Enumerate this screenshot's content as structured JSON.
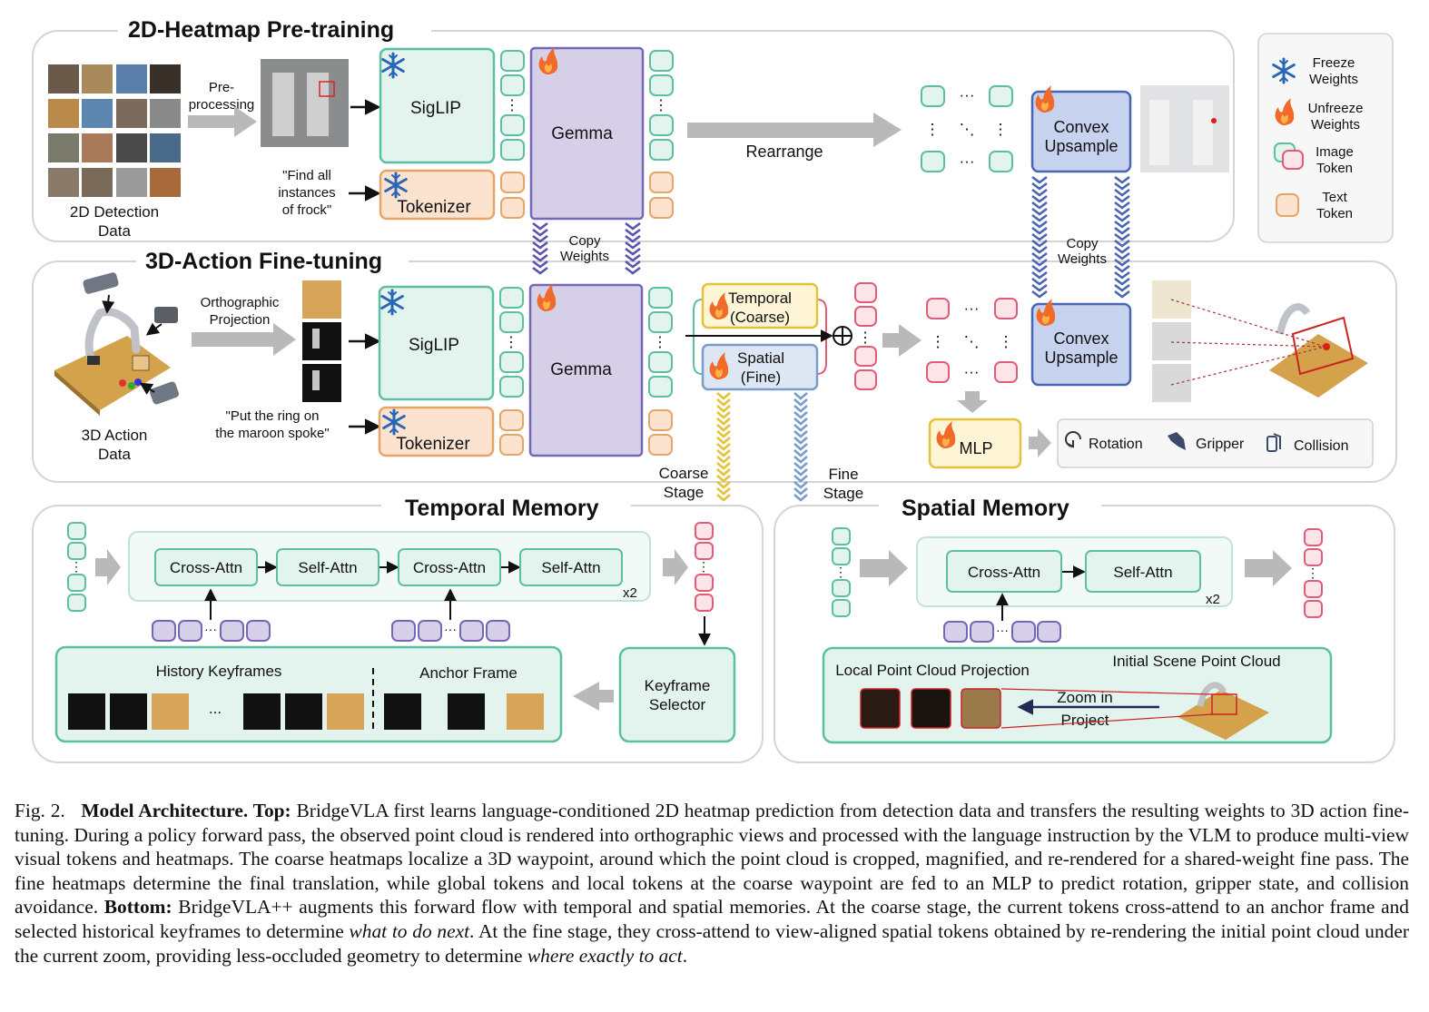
{
  "sections": {
    "pretrain_title": "2D-Heatmap Pre-training",
    "finetune_title": "3D-Action Fine-tuning",
    "temporal_title": "Temporal Memory",
    "spatial_title": "Spatial Memory"
  },
  "pretrain": {
    "data_label": [
      "2D Detection",
      "Data"
    ],
    "preprocess_label": [
      "Pre-",
      "processing"
    ],
    "instruction": [
      "\"Find all",
      "instances",
      "of frock\""
    ],
    "siglip": "SigLIP",
    "tokenizer": "Tokenizer",
    "gemma": "Gemma",
    "rearrange": "Rearrange",
    "upsample": [
      "Convex",
      "Upsample"
    ]
  },
  "copy_weights": [
    "Copy",
    "Weights"
  ],
  "finetune": {
    "data_label": [
      "3D Action",
      "Data"
    ],
    "projection_label": [
      "Orthographic",
      "Projection"
    ],
    "instruction": [
      "\"Put the ring on",
      "the maroon spoke\""
    ],
    "siglip": "SigLIP",
    "tokenizer": "Tokenizer",
    "gemma": "Gemma",
    "temporal_box": [
      "Temporal",
      "(Coarse)"
    ],
    "spatial_box": [
      "Spatial",
      "(Fine)"
    ],
    "upsample": [
      "Convex",
      "Upsample"
    ],
    "mlp": "MLP",
    "outputs": [
      "Rotation",
      "Gripper",
      "Collision"
    ],
    "coarse_stage": [
      "Coarse",
      "Stage"
    ],
    "fine_stage": [
      "Fine",
      "Stage"
    ]
  },
  "legend": {
    "freeze": [
      "Freeze",
      "Weights"
    ],
    "unfreeze": [
      "Unfreeze",
      "Weights"
    ],
    "image_token": [
      "Image",
      "Token"
    ],
    "text_token": [
      "Text",
      "Token"
    ]
  },
  "temporal": {
    "blocks": [
      "Cross-Attn",
      "Self-Attn",
      "Cross-Attn",
      "Self-Attn"
    ],
    "repeat": "x2",
    "history": "History Keyframes",
    "anchor": "Anchor Frame",
    "ellipsis": "...",
    "selector": [
      "Keyframe",
      "Selector"
    ]
  },
  "spatial": {
    "blocks": [
      "Cross-Attn",
      "Self-Attn"
    ],
    "repeat": "x2",
    "local_proj": "Local Point Cloud Projection",
    "initial_scene": "Initial Scene Point Cloud",
    "zoom": [
      "Zoom in",
      "Project"
    ]
  },
  "colors": {
    "teal_fill": "#e3f4ef",
    "teal_stroke": "#5cbfa4",
    "orange_fill": "#fbe3cf",
    "orange_stroke": "#e6a567",
    "purple_fill": "#d6cfe8",
    "purple_stroke": "#7567b8",
    "blue_fill": "#c6d2ee",
    "blue_stroke": "#4a65b3",
    "pink_stroke": "#e05d79",
    "temporal_title": "#e4c23a",
    "spatial_title": "#7a9ccc"
  },
  "caption": {
    "prefix": "Fig. 2.",
    "bold1": "Model Architecture. Top:",
    "text1": " BridgeVLA first learns language-conditioned 2D heatmap prediction from detection data and transfers the resulting weights to 3D action fine-tuning. During a policy forward pass, the observed point cloud is rendered into orthographic views and processed with the language instruction by the VLM to produce multi-view visual tokens and heatmaps. The coarse heatmaps localize a 3D waypoint, around which the point cloud is cropped, magnified, and re-rendered for a shared-weight fine pass. The fine heatmaps determine the final translation, while global tokens and local tokens at the coarse waypoint are fed to an MLP to predict rotation, gripper state, and collision avoidance. ",
    "bold2": "Bottom:",
    "text2": " BridgeVLA++ augments this forward flow with temporal and spatial memories. At the coarse stage, the current tokens cross-attend to an anchor frame and selected historical keyframes to determine ",
    "italic1": "what to do next",
    "text3": ". At the fine stage, they cross-attend to view-aligned spatial tokens obtained by re-rendering the initial point cloud under the current zoom, providing less-occluded geometry to determine ",
    "italic2": "where exactly to act",
    "text4": "."
  }
}
